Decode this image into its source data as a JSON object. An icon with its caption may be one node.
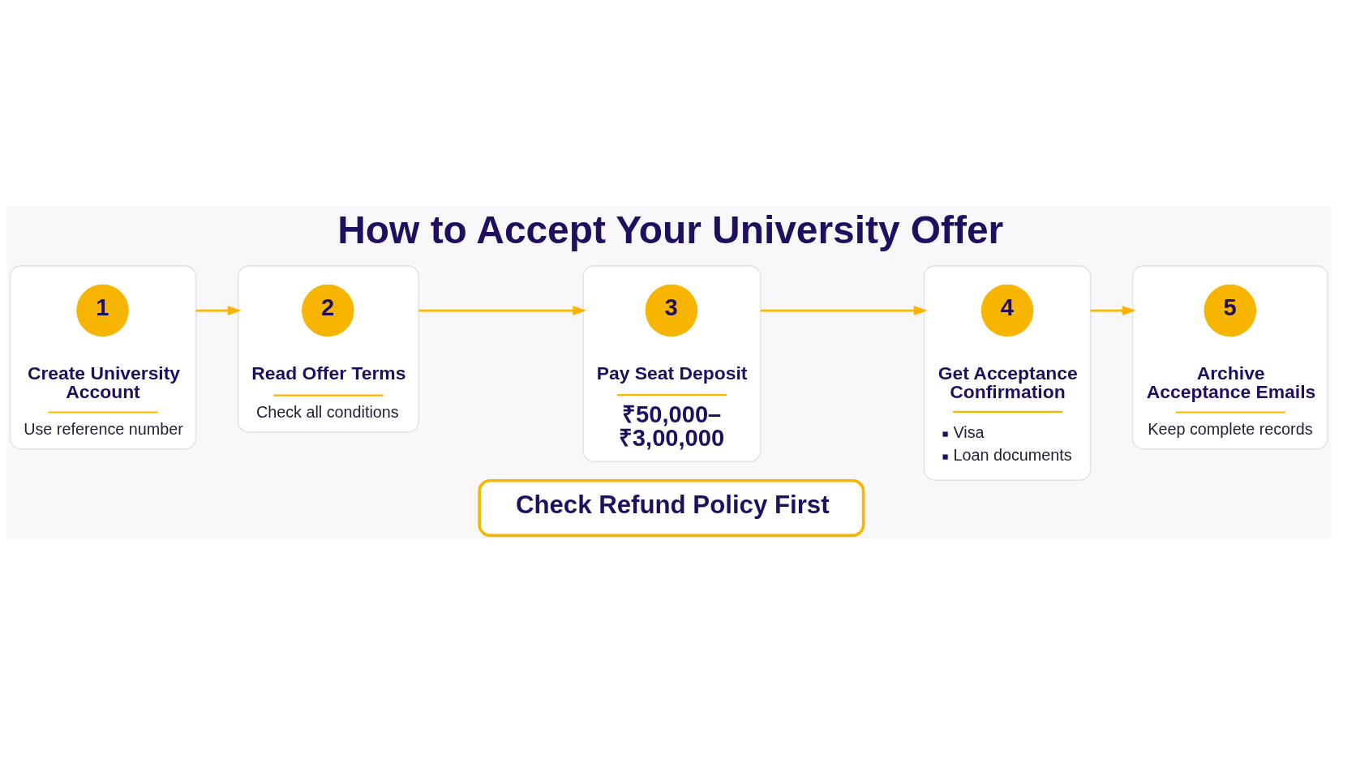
{
  "diagram": {
    "title": "How to Accept Your University Offer",
    "nodes": [
      {
        "text": [
          "Create University Account",
          "Use reference number"
        ]
      },
      {
        "text": [
          "1"
        ],
        "in": 0
      },
      {
        "text": [
          "Read Offer Terms",
          "Check all conditions"
        ]
      },
      {
        "text": [
          "2"
        ],
        "in": 2
      },
      {
        "text": [
          "Pay Seat Deposit",
          "₹50,000– ₹3,00,000"
        ]
      },
      {
        "text": [
          "3"
        ],
        "in": 4
      },
      {
        "text": [
          "Get Acceptance Confirmation",
          "Visa",
          "Loan documents"
        ]
      },
      {
        "text": [
          "4"
        ],
        "in": 6
      },
      {
        "text": [
          "Archive Acceptance Emails",
          "Keep complete records"
        ]
      },
      {
        "text": [
          "5"
        ],
        "in": 8
      },
      {
        "text": [
          "Check Refund Policy First"
        ]
      }
    ],
    "edges": [
      {
        "from": 0,
        "to": 2,
        "arrow": "to"
      },
      {
        "from": 2,
        "to": 4,
        "arrow": "to"
      },
      {
        "from": 4,
        "to": 6,
        "arrow": "to"
      },
      {
        "from": 6,
        "to": 8,
        "arrow": "to"
      }
    ]
  }
}
